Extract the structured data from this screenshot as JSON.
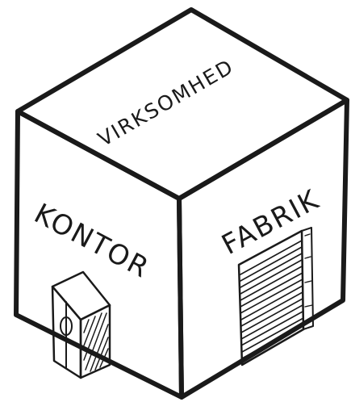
{
  "labels": {
    "top": "VIRKSOMHED",
    "left": "KONTOR",
    "right": "FABRIK"
  }
}
